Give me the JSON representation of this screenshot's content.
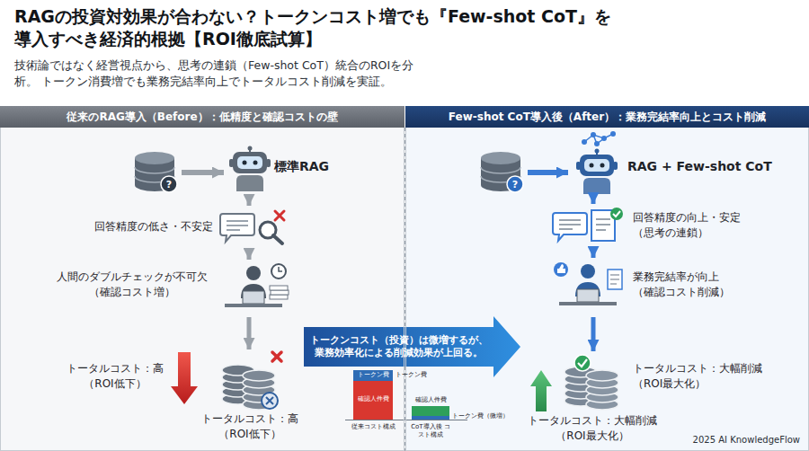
{
  "diagram": {
    "title": "RAGの投資対効果が合わない？トークンコスト増でも『Few-shot CoT』を 導入すべき経済的根拠【ROI徹底試算】",
    "caption": "技術論ではなく経営視点から、思考の連鎖（Few-shot CoT）統合のROIを分析。 トークン消費増でも業務完結率向上でトータルコスト削減を実証。",
    "nodes": [
      {
        "text": [
          "従来のRAG導入（Before）：低精度と確認コストの壁"
        ]
      },
      {
        "text": [
          "?"
        ],
        "in": 0
      },
      {
        "text": [
          "標準RAG"
        ],
        "in": 0
      },
      {
        "text": [
          "回答精度の低さ・不安定"
        ],
        "in": 0
      },
      {
        "text": [
          "人間のダブルチェックが不可欠 （確認コスト増）"
        ],
        "in": 0
      },
      {
        "text": [
          "トータルコスト：高 （ROI低下）",
          "トータルコスト：高 （ROI低下）"
        ],
        "in": 0
      },
      {
        "text": [
          "Few-shot CoT導入後（After）：業務完結率向上とコスト削減"
        ]
      },
      {
        "text": [
          "?"
        ],
        "in": 6
      },
      {
        "text": [
          "RAG + Few-shot CoT"
        ],
        "in": 6
      },
      {
        "text": [
          "回答精度の向上・安定 （思考の連鎖）"
        ],
        "in": 6
      },
      {
        "text": [
          "業務完結率が向上 （確認コスト削減）"
        ],
        "in": 6
      },
      {
        "text": [
          "トータルコスト：大幅削減 （ROI最大化）",
          "トータルコスト：大幅削減 （ROI最大化）"
        ],
        "in": 6
      }
    ],
    "edges": [
      {
        "from": 1,
        "to": 2,
        "arrow": "to"
      },
      {
        "from": 2,
        "to": 3,
        "arrow": "to"
      },
      {
        "from": 3,
        "to": 4,
        "arrow": "to"
      },
      {
        "from": 4,
        "to": 5,
        "arrow": "to"
      },
      {
        "from": 7,
        "to": 8,
        "arrow": "to"
      },
      {
        "from": 8,
        "to": 9,
        "arrow": "to"
      },
      {
        "from": 9,
        "to": 10,
        "arrow": "to"
      },
      {
        "from": 10,
        "to": 11,
        "arrow": "to"
      },
      {
        "from": 5,
        "to": 11,
        "arrow": "to",
        "label": "トークンコスト（投資）は微増するが、業務効率化による削減効果が上回る。"
      }
    ],
    "labels": [
      "トークン費",
      "確認人件費",
      "トークン費",
      "確認人件費",
      "トークン費（微増）",
      "従来コスト構成",
      "CoT導入後 コスト構成",
      "2025 AI KnowledgeFlow"
    ]
  }
}
